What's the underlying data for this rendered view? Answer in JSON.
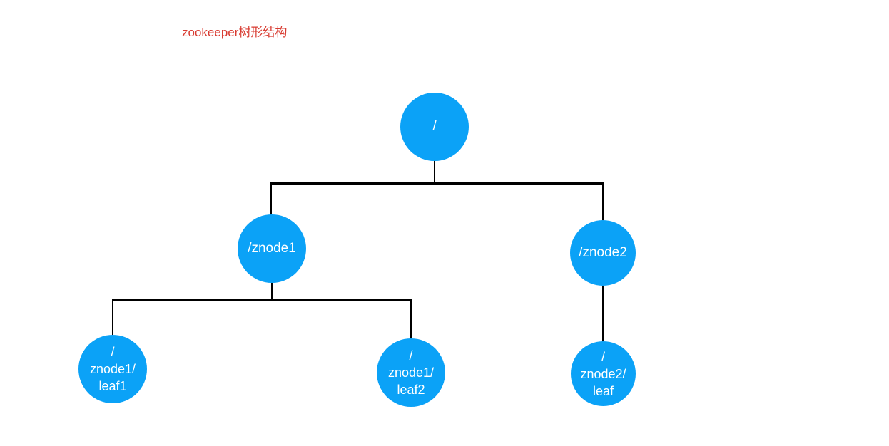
{
  "diagram": {
    "title": "zookeeper树形结构",
    "colors": {
      "node_fill": "#0ba2f7",
      "node_text": "#ffffff",
      "edge": "#000000",
      "title": "#d83b31",
      "background": "#ffffff"
    },
    "nodes": {
      "root": {
        "label": "/"
      },
      "znode1": {
        "label": "/znode1"
      },
      "znode2": {
        "label": "/znode2"
      },
      "leaf1": {
        "label": "/znode1/leaf1",
        "lines": [
          "/",
          "znode1/",
          "leaf1"
        ]
      },
      "leaf2": {
        "label": "/znode1/leaf2",
        "lines": [
          "/",
          "znode1/",
          "leaf2"
        ]
      },
      "leaf3": {
        "label": "/znode2/leaf",
        "lines": [
          "/",
          "znode2/",
          "leaf"
        ]
      }
    },
    "edges": [
      {
        "from": "/",
        "to": "/znode1"
      },
      {
        "from": "/",
        "to": "/znode2"
      },
      {
        "from": "/znode1",
        "to": "/znode1/leaf1"
      },
      {
        "from": "/znode1",
        "to": "/znode1/leaf2"
      },
      {
        "from": "/znode2",
        "to": "/znode2/leaf"
      }
    ]
  }
}
